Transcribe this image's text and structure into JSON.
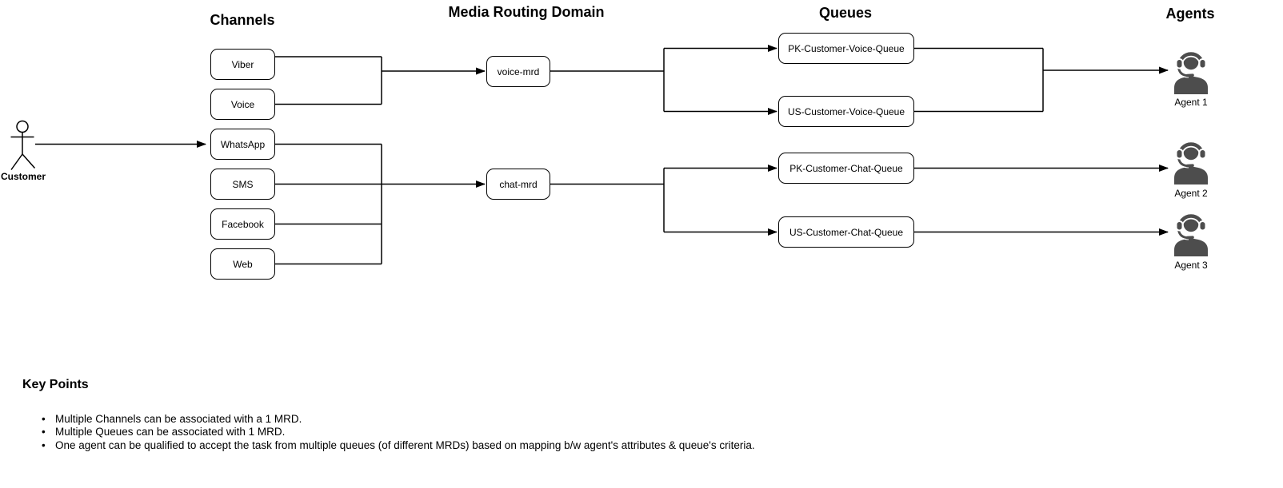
{
  "diagram": {
    "actor": {
      "label": "Customer"
    },
    "channels": {
      "title": "Channels",
      "items": [
        "Viber",
        "Voice",
        "WhatsApp",
        "SMS",
        "Facebook",
        "Web"
      ]
    },
    "mrd": {
      "title": "Media Routing Domain",
      "items": [
        "voice-mrd",
        "chat-mrd"
      ]
    },
    "queues": {
      "title": "Queues",
      "items": [
        "PK-Customer-Voice-Queue",
        "US-Customer-Voice-Queue",
        "PK-Customer-Chat-Queue",
        "US-Customer-Chat-Queue"
      ]
    },
    "agents": {
      "title": "Agents",
      "items": [
        "Agent 1",
        "Agent 2",
        "Agent 3"
      ]
    }
  },
  "key_points": {
    "heading": "Key Points",
    "bullets": [
      "Multiple Channels can be associated with a 1 MRD.",
      "Multiple Queues can be associated with 1 MRD.",
      "One agent can be qualified to accept the task from multiple queues (of different MRDs) based on mapping b/w agent's attributes & queue's criteria."
    ]
  },
  "colors": {
    "background": "#ffffff",
    "line": "#000000",
    "box_fill": "#ffffff",
    "box_border": "#000000",
    "agent_icon": "#4d4d4d",
    "text": "#000000"
  }
}
